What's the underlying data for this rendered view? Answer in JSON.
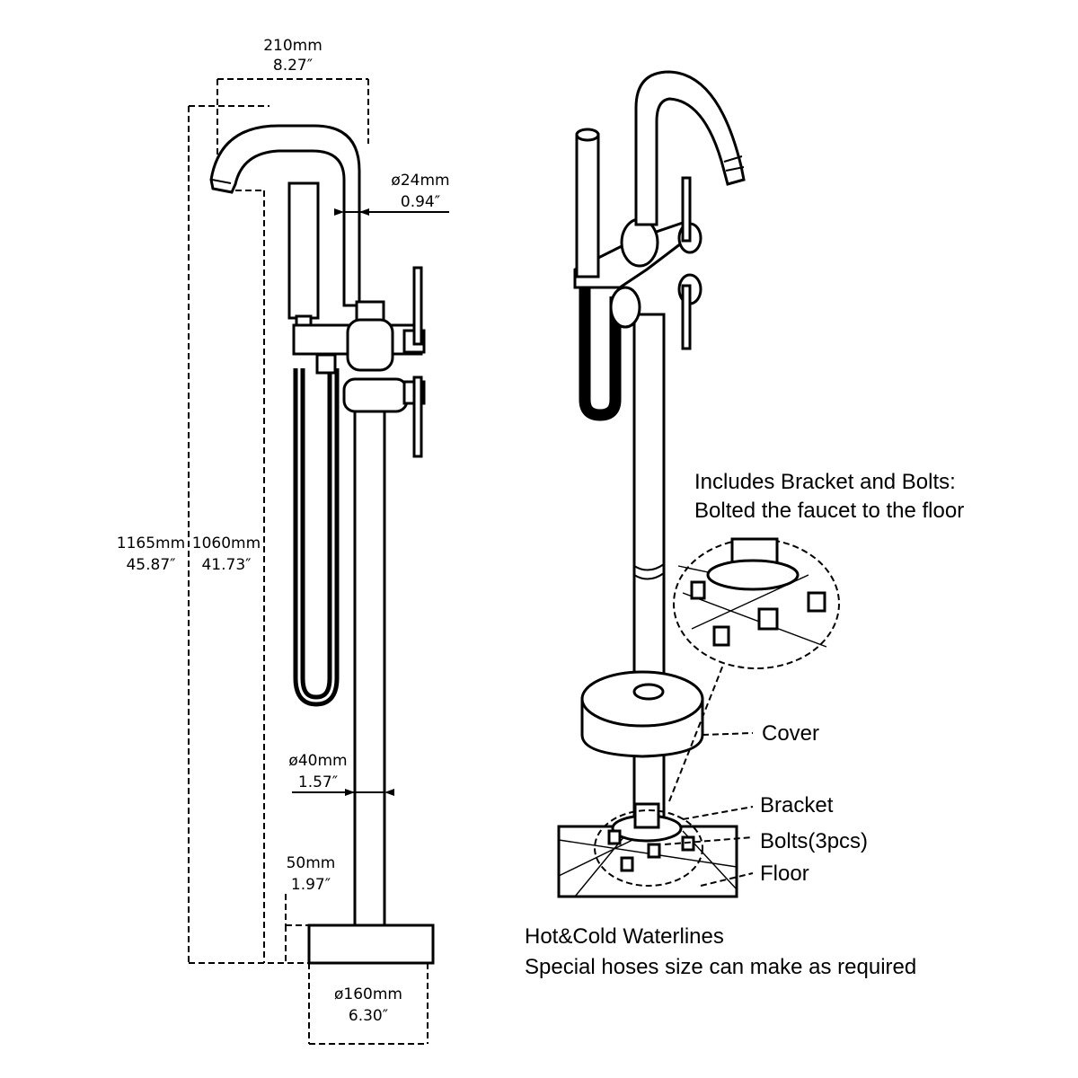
{
  "colors": {
    "ink": "#000000",
    "background": "#ffffff"
  },
  "dimensions": {
    "spout_reach": {
      "mm": "210mm",
      "inch": "8.27″"
    },
    "spout_diameter": {
      "mm": "ø24mm",
      "inch": "0.94″"
    },
    "total_height": {
      "mm": "1165mm",
      "inch": "45.87″"
    },
    "outlet_height": {
      "mm": "1060mm",
      "inch": "41.73″"
    },
    "pipe_diameter": {
      "mm": "ø40mm",
      "inch": "1.57″"
    },
    "base_height": {
      "mm": "50mm",
      "inch": "1.97″"
    },
    "base_diameter": {
      "mm": "ø160mm",
      "inch": "6.30″"
    }
  },
  "notes": {
    "bracket_line1": "Includes Bracket and Bolts:",
    "bracket_line2": "Bolted the faucet to the floor",
    "waterlines_line1": "Hot&Cold Waterlines",
    "waterlines_line2": "Special hoses size can make as required"
  },
  "callouts": {
    "cover": "Cover",
    "bracket": "Bracket",
    "bolts": "Bolts(3pcs)",
    "floor": "Floor"
  }
}
